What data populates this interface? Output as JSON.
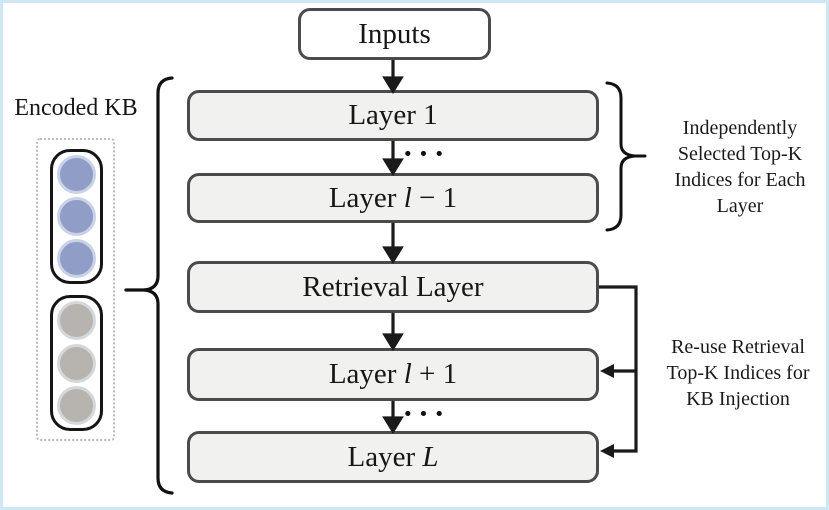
{
  "diagram": {
    "encoded_kb": {
      "label": "Encoded KB"
    },
    "inputs_box": {
      "label": "Inputs"
    },
    "layer_boxes": [
      {
        "prefix": "Layer 1",
        "var": "",
        "suffix": ""
      },
      {
        "prefix": "Layer ",
        "var": "l",
        "suffix": " − 1"
      },
      {
        "prefix": "Retrieval Layer",
        "var": "",
        "suffix": ""
      },
      {
        "prefix": "Layer ",
        "var": "l",
        "suffix": " + 1"
      },
      {
        "prefix": "Layer ",
        "var": "L",
        "suffix": ""
      }
    ],
    "annotations": {
      "top": {
        "line1": "Independently",
        "line2": "Selected Top-K",
        "line3": "Indices for Each",
        "line4": "Layer"
      },
      "bottom": {
        "line1": "Re-use Retrieval",
        "line2": "Top-K Indices for",
        "line3": "KB Injection"
      }
    },
    "ellipsis": "···",
    "colors": {
      "frame_border": "#cfe8f6",
      "box_border": "#4b4b4b",
      "layer_box_fill": "#f1f1ef",
      "inputs_box_fill": "#ffffff",
      "line_color": "#1a1a1a",
      "kb_blue_fill": "#8f9dc7",
      "kb_blue_ring": "#c9d2e7",
      "kb_gray_fill": "#b7b4b0",
      "kb_gray_ring": "#d5d8da"
    }
  }
}
